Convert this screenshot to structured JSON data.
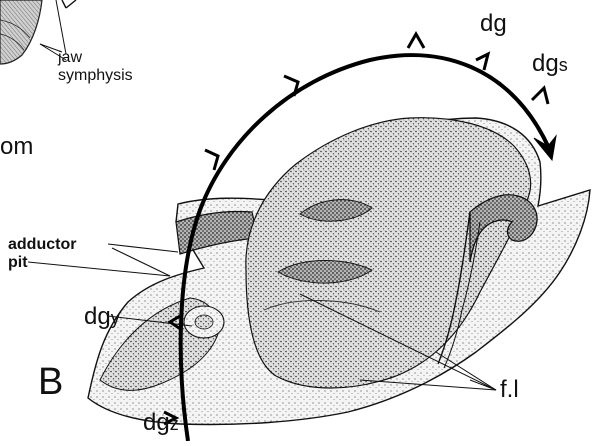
{
  "figure": {
    "panel_label": "B",
    "labels": {
      "jaw": "jaw",
      "symphysis": "symphysis",
      "partial_text": "om",
      "adductor": "adductor",
      "pit": "pit",
      "dg": "dg",
      "dgs_main": "dg",
      "dgs_sub": "s",
      "dgy_main": "dg",
      "dgy_sub": "y",
      "dgz_main": "dg",
      "dgz_sub": "z",
      "fl": "f.l"
    }
  },
  "colors": {
    "ink": "#111111",
    "background": "#ffffff",
    "stipple_light": "#e6e6e6",
    "stipple_mid": "#c8c8c8",
    "stipple_dark": "#8a8a8a"
  }
}
